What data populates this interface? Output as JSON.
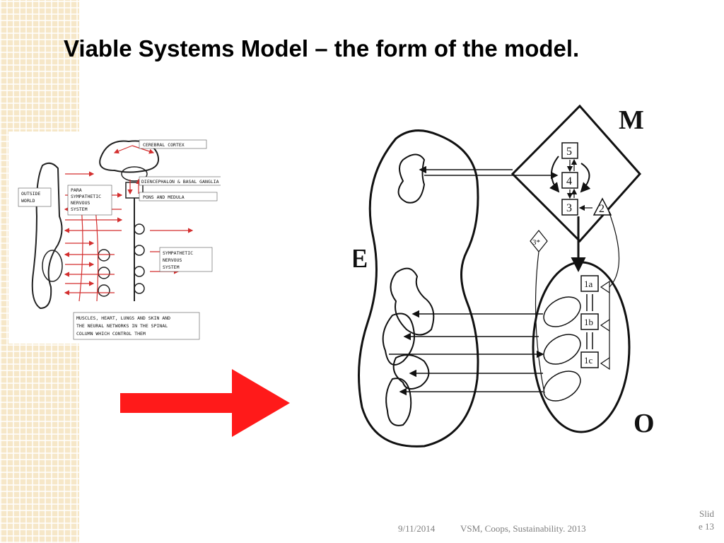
{
  "slide": {
    "title": "Viable Systems Model – the form of the model.",
    "date": "9/11/2014",
    "footer": "VSM, Coops, Sustainability. 2013",
    "slide_label_1": "Slid",
    "slide_label_2": "e 13"
  },
  "nervous_system": {
    "cerebral_cortex": "CEREBRAL CORTEX",
    "diencephalon": "DIENCEPHALON & BASAL GANGLIA",
    "pons": "PONS AND MEDULA",
    "outside_1": "OUTSIDE",
    "outside_2": "WORLD",
    "para_1": "PARA",
    "para_2": "SYMPATHETIC",
    "para_3": "NERVOUS",
    "para_4": "SYSTEM",
    "symp_1": "SYMPATHETIC",
    "symp_2": "NERVOUS",
    "symp_3": "SYSTEM",
    "muscles_1": "MUSCLES, HEART, LUNGS AND SKIN AND",
    "muscles_2": "THE NEURAL NETWORKS IN THE SPINAL",
    "muscles_3": "COLUMN WHICH CONTROL THEM"
  },
  "vsm": {
    "m": "M",
    "e": "E",
    "o": "O",
    "s5": "5",
    "s4": "4",
    "s3": "3",
    "s2": "2",
    "s3star": "3*",
    "s1a": "1a",
    "s1b": "1b",
    "s1c": "1c"
  },
  "colors": {
    "arrow_red": "#ff1a1a",
    "grid_tan": "#f6e7c8",
    "footer_gray": "#7f7f7f"
  }
}
